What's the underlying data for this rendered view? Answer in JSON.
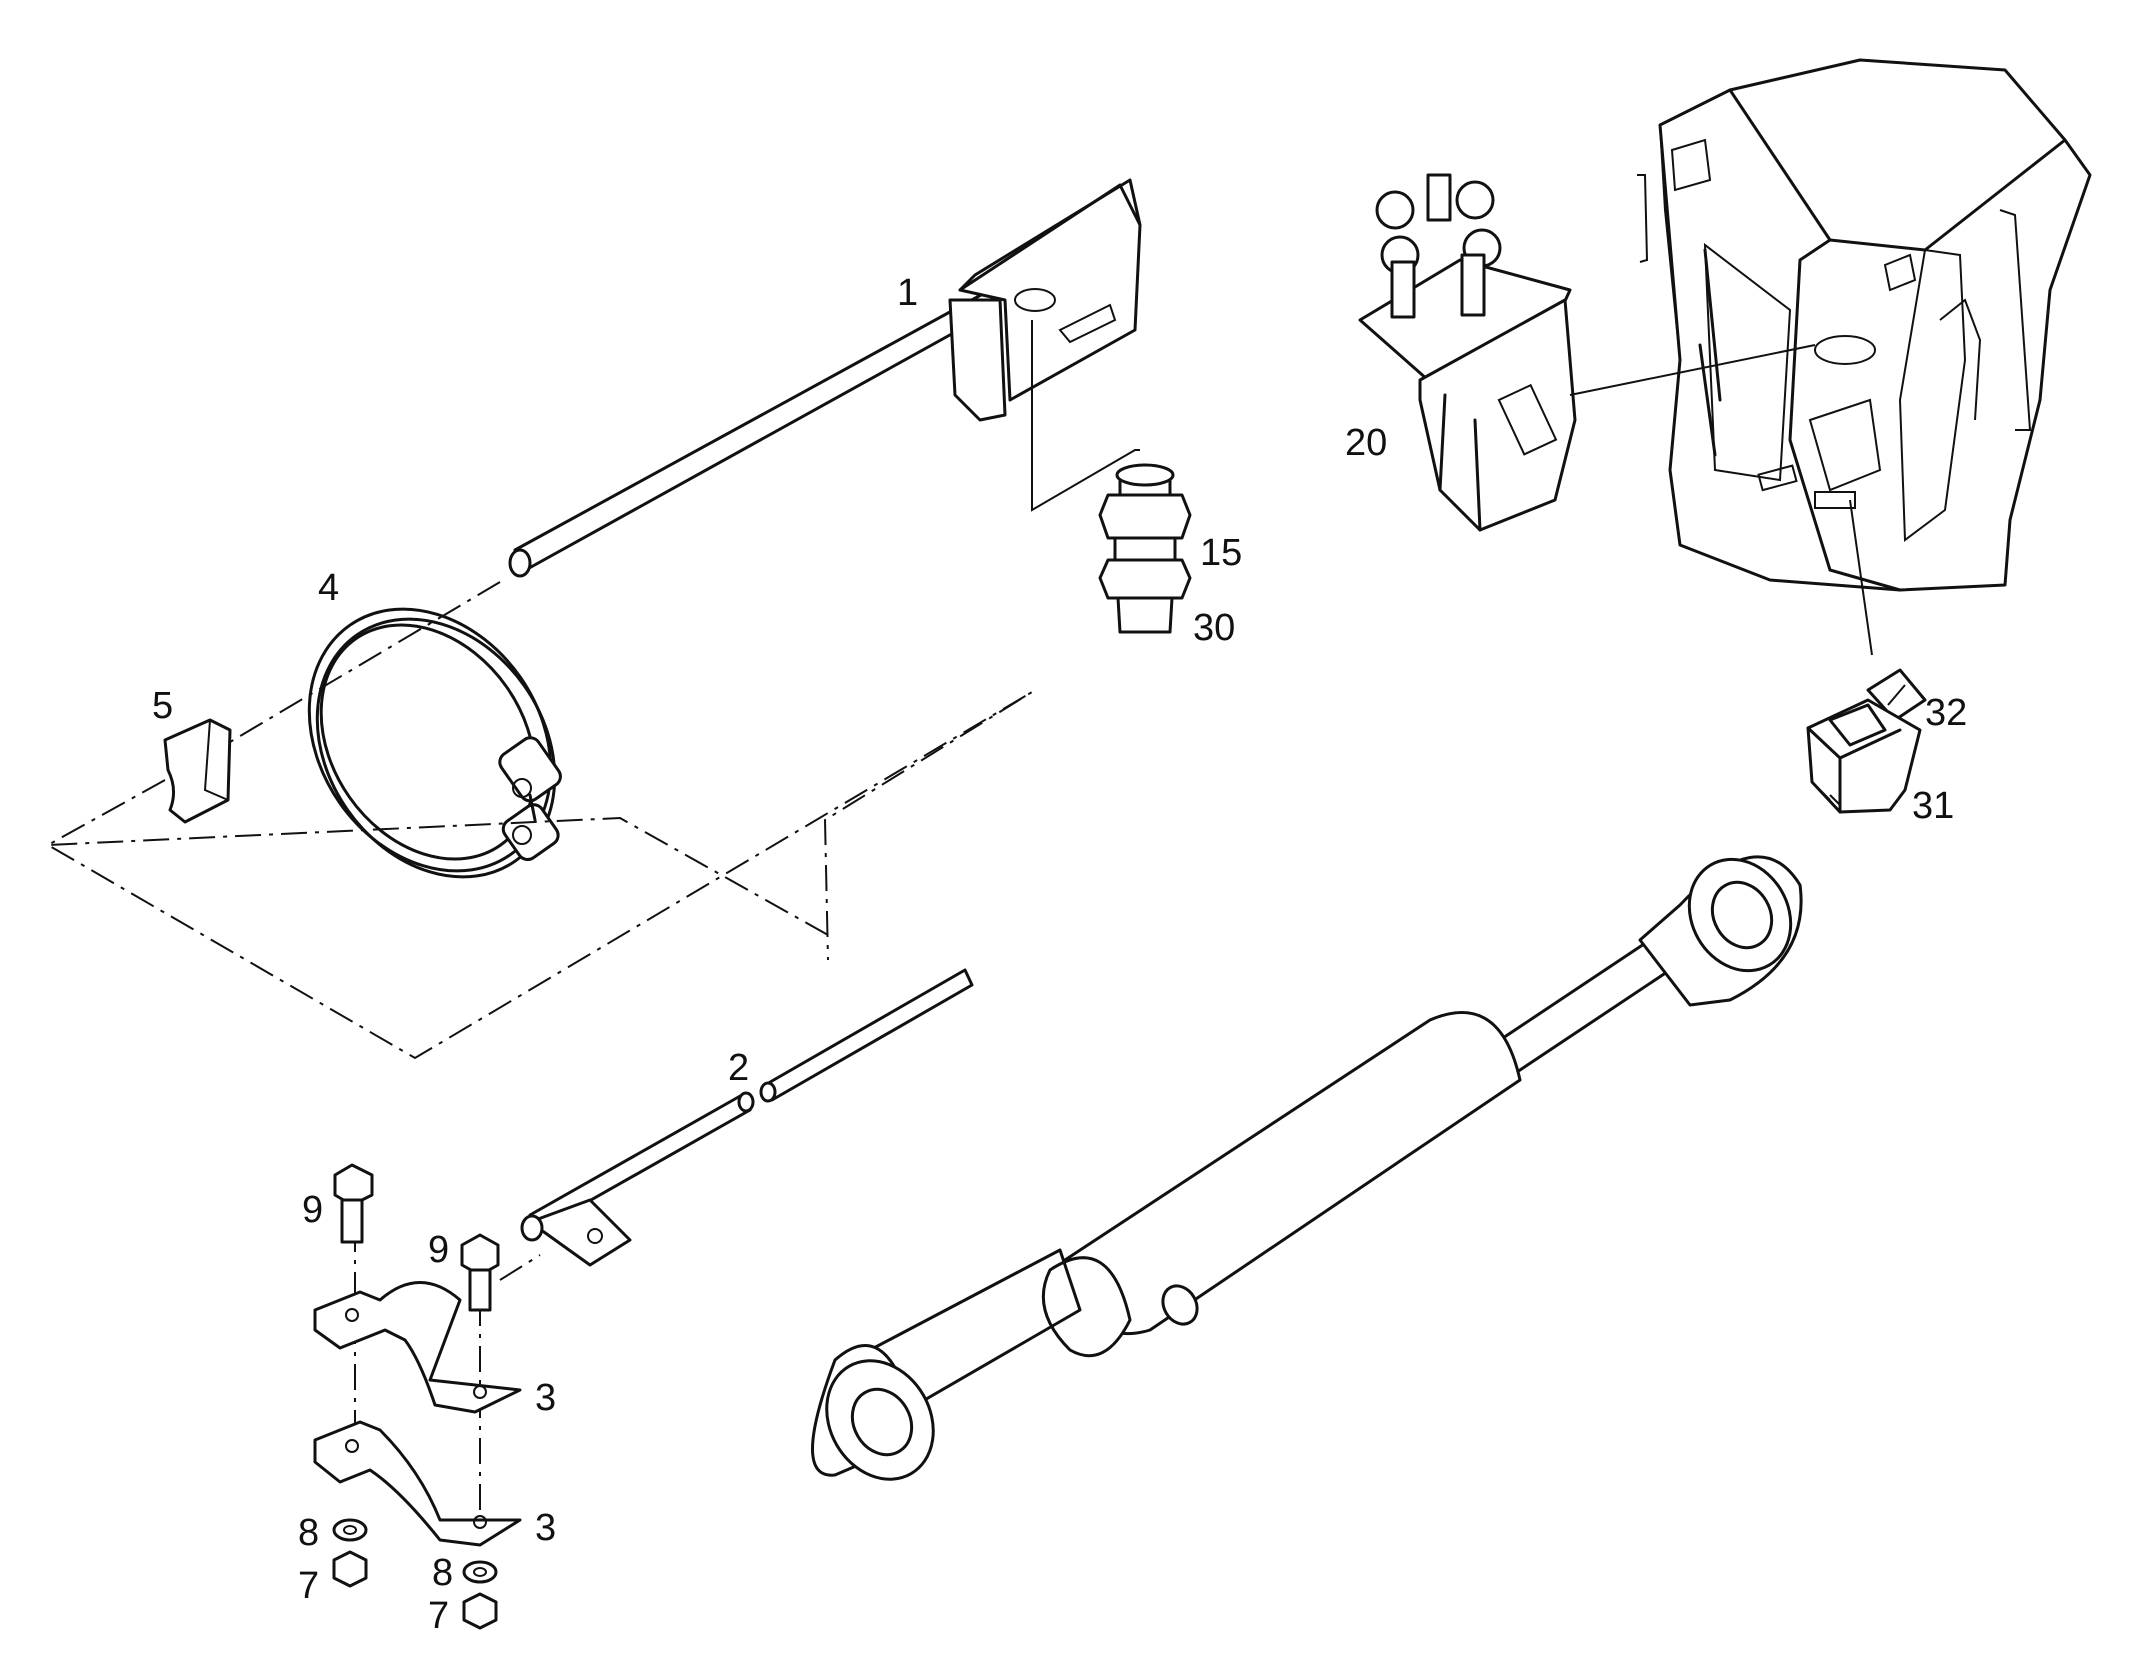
{
  "callouts": [
    {
      "id": "1",
      "text": "1"
    },
    {
      "id": "2",
      "text": "2"
    },
    {
      "id": "3a",
      "text": "3"
    },
    {
      "id": "3b",
      "text": "3"
    },
    {
      "id": "4",
      "text": "4"
    },
    {
      "id": "5",
      "text": "5"
    },
    {
      "id": "7a",
      "text": "7"
    },
    {
      "id": "7b",
      "text": "7"
    },
    {
      "id": "8a",
      "text": "8"
    },
    {
      "id": "8b",
      "text": "8"
    },
    {
      "id": "9a",
      "text": "9"
    },
    {
      "id": "9b",
      "text": "9"
    },
    {
      "id": "15",
      "text": "15"
    },
    {
      "id": "20",
      "text": "20"
    },
    {
      "id": "30",
      "text": "30"
    },
    {
      "id": "31",
      "text": "31"
    },
    {
      "id": "32",
      "text": "32"
    }
  ]
}
